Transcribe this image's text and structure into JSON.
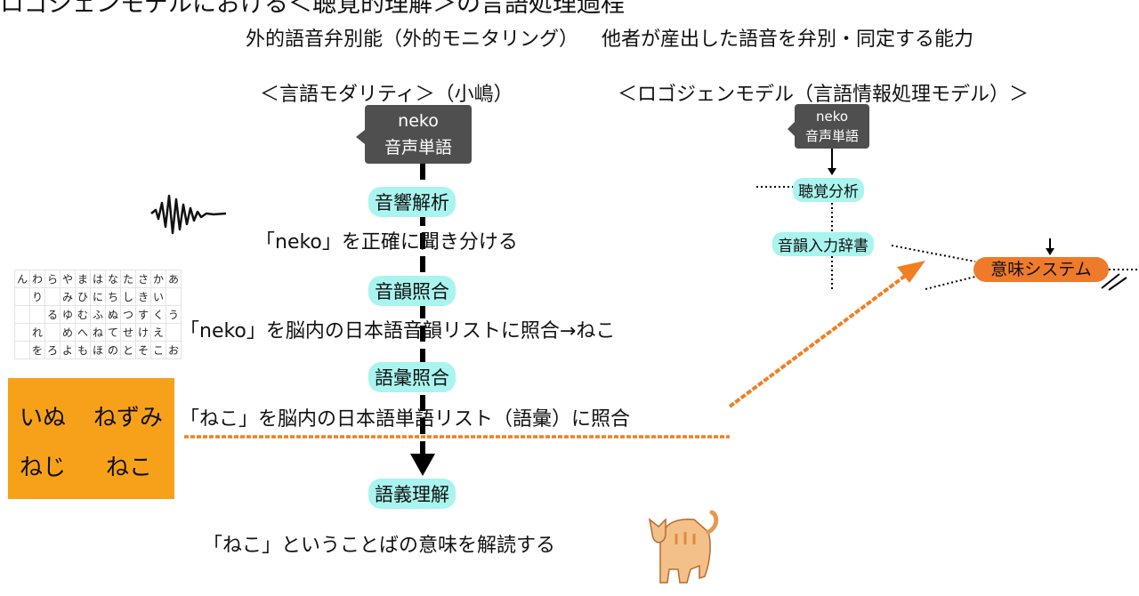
{
  "title": "ロゴジェンモデルにおける＜聴覚的理解＞の言語処理過程",
  "subtitle": {
    "left": "外的語音弁別能（外的モニタリング）",
    "right": "他者が産出した語音を弁別・同定する能力"
  },
  "left_heading": "＜言語モダリティ＞（小嶋）",
  "right_heading": "＜ロゴジェンモデル（言語情報処理モデル）＞",
  "input_bubble": {
    "word": "neko",
    "label": "音声単語"
  },
  "stages": [
    {
      "label": "音響解析",
      "description": "「neko」を正確に聞き分ける"
    },
    {
      "label": "音韻照合",
      "description": "「neko」を脳内の日本語音韻リストに照合→ねこ"
    },
    {
      "label": "語彙照合",
      "description": "「ねこ」を脳内の日本語単語リスト（語彙）に照合"
    },
    {
      "label": "語義理解",
      "description": "「ねこ」ということばの意味を解読する"
    }
  ],
  "word_box": [
    "いぬ",
    "ねずみ",
    "ねじ",
    "ねこ"
  ],
  "kana_table": [
    [
      "ん",
      "わ",
      "ら",
      "や",
      "ま",
      "は",
      "な",
      "た",
      "さ",
      "か",
      "あ"
    ],
    [
      "",
      "り",
      "",
      "み",
      "ひ",
      "に",
      "ち",
      "し",
      "き",
      "い",
      ""
    ],
    [
      "",
      "",
      "る",
      "ゆ",
      "む",
      "ふ",
      "ぬ",
      "つ",
      "す",
      "く",
      "う"
    ],
    [
      "",
      "れ",
      "",
      "め",
      "へ",
      "ね",
      "て",
      "せ",
      "け",
      "え",
      ""
    ],
    [
      "",
      "を",
      "ろ",
      "よ",
      "も",
      "ほ",
      "の",
      "と",
      "そ",
      "こ",
      "お"
    ]
  ],
  "logogen": {
    "bubble": {
      "word": "neko",
      "label": "音声単語"
    },
    "auditory_analysis": "聴覚分析",
    "phonological_input_lexicon": "音韻入力辞書",
    "semantic_system": "意味システム"
  },
  "icons": {
    "waveform": "sound-waveform-icon",
    "cat": "cat-icon"
  },
  "colors": {
    "pill": "#a9f4ee",
    "bubble": "#4f4f4f",
    "orange": "#f07f22",
    "word_box": "#f7a11a",
    "semantic": "#ee7a2a"
  }
}
